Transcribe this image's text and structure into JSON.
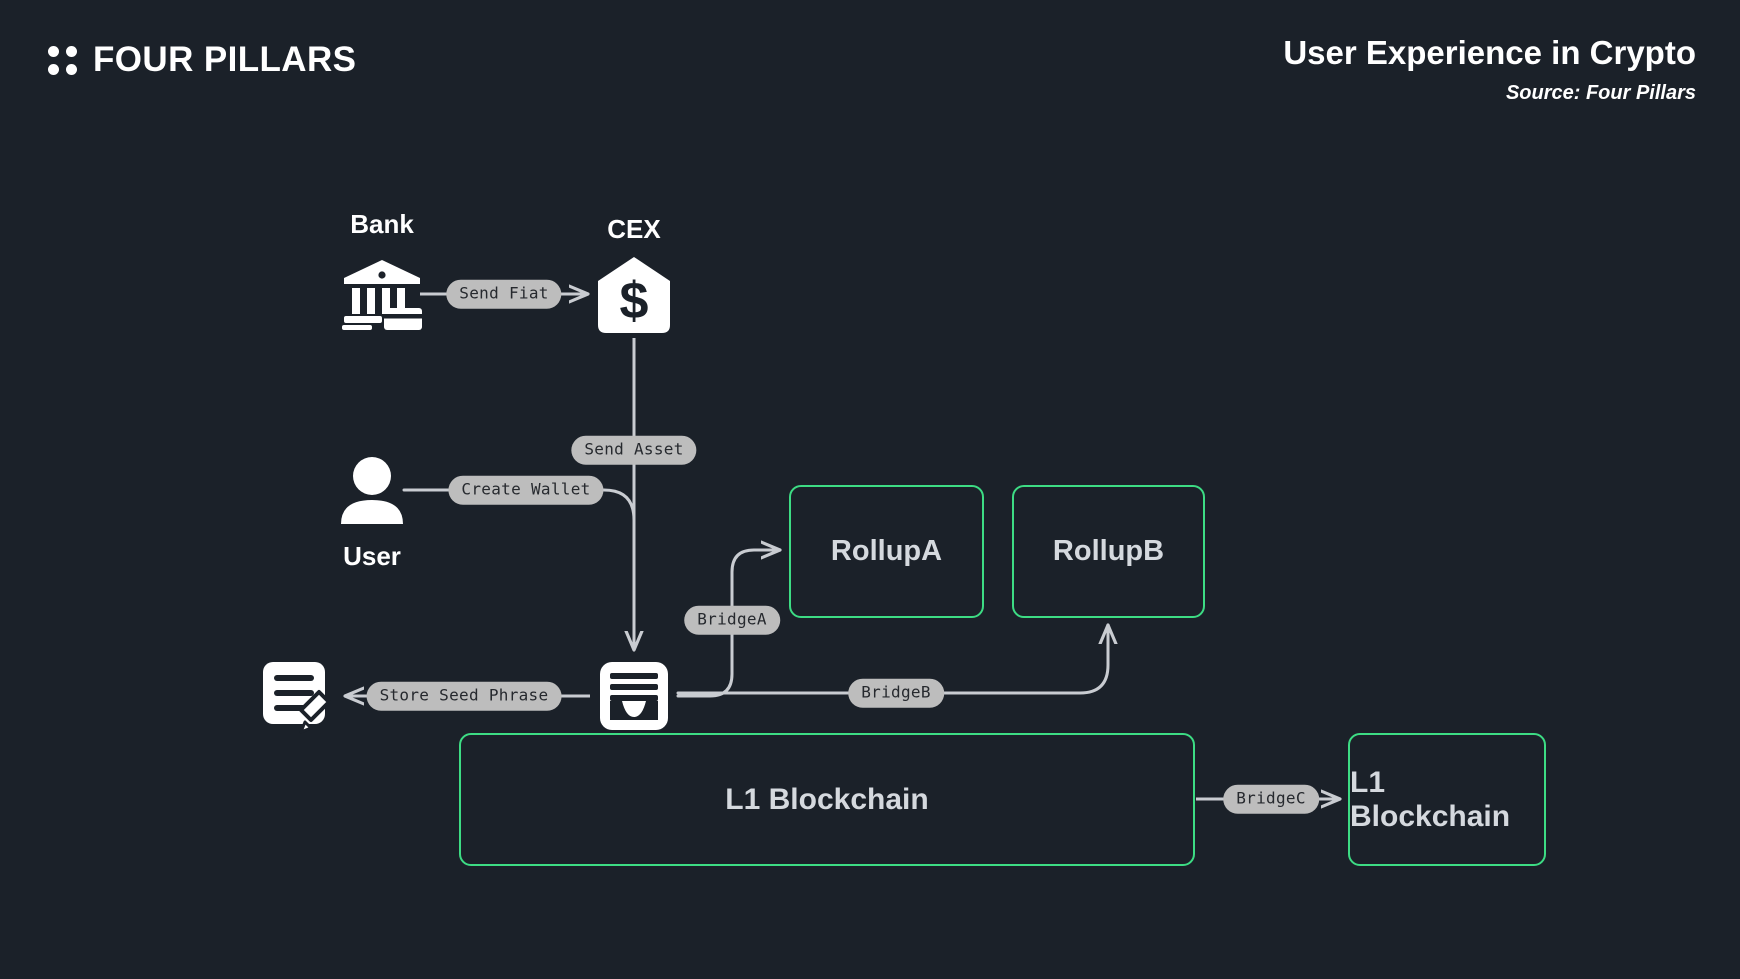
{
  "header": {
    "brand": "FOUR PILLARS",
    "logo_icon": "four-dots-grid-icon",
    "title": "User Experience in Crypto",
    "source": "Source: Four Pillars"
  },
  "theme": {
    "background": "#1b2129",
    "accent_green": "#3ddc84",
    "edge_color": "#c9ccd1",
    "label_bg": "#bdbdbd",
    "label_text": "#26292e",
    "box_text": "#d5d9de",
    "icon_white": "#ffffff"
  },
  "diagram": {
    "type": "flowchart",
    "nodes": [
      {
        "id": "bank",
        "label": "Bank",
        "kind": "icon",
        "icon": "bank-icon"
      },
      {
        "id": "cex",
        "label": "CEX",
        "kind": "icon",
        "icon": "exchange-dollar-house-icon"
      },
      {
        "id": "user",
        "label": "User",
        "kind": "icon",
        "icon": "user-avatar-icon"
      },
      {
        "id": "wallet",
        "label": "",
        "kind": "icon",
        "icon": "wallet-icon"
      },
      {
        "id": "seed",
        "label": "",
        "kind": "icon",
        "icon": "seed-phrase-note-pencil-icon"
      },
      {
        "id": "rollupA",
        "label": "RollupA",
        "kind": "box"
      },
      {
        "id": "rollupB",
        "label": "RollupB",
        "kind": "box"
      },
      {
        "id": "l1a",
        "label": "L1 Blockchain",
        "kind": "box"
      },
      {
        "id": "l1b",
        "label": "L1 Blockchain",
        "kind": "box"
      }
    ],
    "edges": [
      {
        "id": "e1",
        "from": "bank",
        "to": "cex",
        "label": "Send Fiat"
      },
      {
        "id": "e2",
        "from": "cex",
        "to": "wallet",
        "label": "Send Asset"
      },
      {
        "id": "e3",
        "from": "user",
        "to": "wallet",
        "label": "Create Wallet"
      },
      {
        "id": "e4",
        "from": "wallet",
        "to": "seed",
        "label": "Store Seed Phrase"
      },
      {
        "id": "e5",
        "from": "wallet",
        "to": "rollupA",
        "label": "BridgeA"
      },
      {
        "id": "e6",
        "from": "wallet",
        "to": "rollupB",
        "label": "BridgeB"
      },
      {
        "id": "e7",
        "from": "l1a",
        "to": "l1b",
        "label": "BridgeC"
      }
    ]
  }
}
